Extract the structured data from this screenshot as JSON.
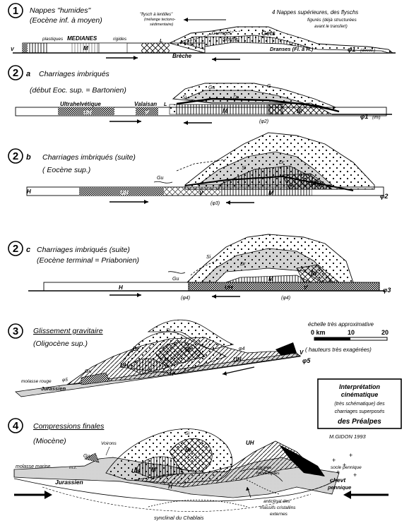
{
  "stages": [
    {
      "num": "1",
      "letter": "",
      "title": "Nappes \"humides\"",
      "subtitle": "(Eocène inf. à moyen)"
    },
    {
      "num": "2",
      "letter": "a",
      "title": "Charriages imbriqués",
      "subtitle": "(début Eoc. sup. = Bartonien)"
    },
    {
      "num": "2",
      "letter": "b",
      "title": "Charriages imbriqués (suite)",
      "subtitle": "( Eocène sup.)"
    },
    {
      "num": "2",
      "letter": "c",
      "title": "Charriages imbriqués (suite)",
      "subtitle": "(Eocène terminal = Priabonien)"
    },
    {
      "num": "3",
      "letter": "",
      "title": "Glissement gravitaire",
      "subtitle": "(Oligocène sup.)"
    },
    {
      "num": "4",
      "letter": "",
      "title": "Compressions finales",
      "subtitle": "(Miocène)"
    }
  ],
  "labels1": {
    "flysch": "\"flysch à lentilles\"",
    "flysch2": "(mélange tectono-",
    "flysch3": "sédimentaire)",
    "nappes_sup": "4 Nappes supérieures, des flyschs",
    "nappes_sup2": "figurés (déjà structurées",
    "nappes_sup3": "avant le transfert)",
    "plastiques": "plastiques",
    "medianes": "MEDIANES",
    "rigides": "rigides",
    "M": "M",
    "L": "L",
    "breche": "Brèche",
    "gurnigel": "Gurnigel",
    "simme": "Simme",
    "gets": "Gets",
    "dranses": "Dranses (Fl. à H.)",
    "V": "V",
    "phi1": "φ1",
    "phi1n": "(décoll.)"
  },
  "labels2a": {
    "ultrahelv": "Ultrahelvétique",
    "uh": "UH",
    "valaisan": "Valaisan",
    "V": "V",
    "L": "L",
    "M": "M",
    "Br": "Br",
    "Gu": "Gu",
    "Dr": "Dr",
    "Si": "Si",
    "G": "G",
    "phi1": "φ1",
    "phi1n": "(lml)",
    "phi2": "(φ2)"
  },
  "labels2b": {
    "H": "H",
    "UH": "UH",
    "V": "V",
    "M": "M",
    "Br": "Br",
    "Gu": "Gu",
    "Si": "Si",
    "Dr": "Dr",
    "phi2": "φ2",
    "phi3": "(φ3)"
  },
  "labels2c": {
    "H": "H",
    "Gu": "Gu",
    "UH": "UH",
    "V": "V",
    "M": "M",
    "Br": "Br",
    "Si": "Si",
    "Dr": "Dr",
    "phi3": "φ3",
    "phi4a": "(φ4)",
    "phi4b": "(φ4)"
  },
  "labels3": {
    "Si": "Si",
    "Dr": "Dr",
    "Br": "Br",
    "M": "M",
    "Gu": "Gu",
    "UH": "UH",
    "V": "V",
    "H": "H",
    "phi4": "φ4",
    "phi5": "φ5",
    "molasse": "molasse rouge",
    "jurassien": "Jurassien",
    "echelle": "échelle très approximative",
    "km0": "0 km",
    "km10": "10",
    "km20": "20",
    "hauteurs": "( hauteurs très exagérées)"
  },
  "labels4": {
    "voirons": "Voirons",
    "Gu": "Gu",
    "mr": "m.r.",
    "molasse_marine": "molasse marine",
    "jurassien": "Jurassien",
    "Br": "Br",
    "M": "M",
    "UH": "UH",
    "H": "H",
    "Si": "Si",
    "nappes_helv": "nappes",
    "nappes_helv2": "helvétiques",
    "socle": "socle pennique",
    "chevt": "chevt",
    "pennique": "pennique",
    "anticlinal": "anticlinal des",
    "anticlinal2": "massifs cristallins",
    "anticlinal3": "externes",
    "synclinal": "synclinal du Chablais"
  },
  "legend": {
    "line1": "Interprétation",
    "line2": "cinématique",
    "line3": "(très schématique) des",
    "line4": "charriages superposés",
    "line5": "des Préalpes"
  },
  "author": "M.GIDON   1993"
}
